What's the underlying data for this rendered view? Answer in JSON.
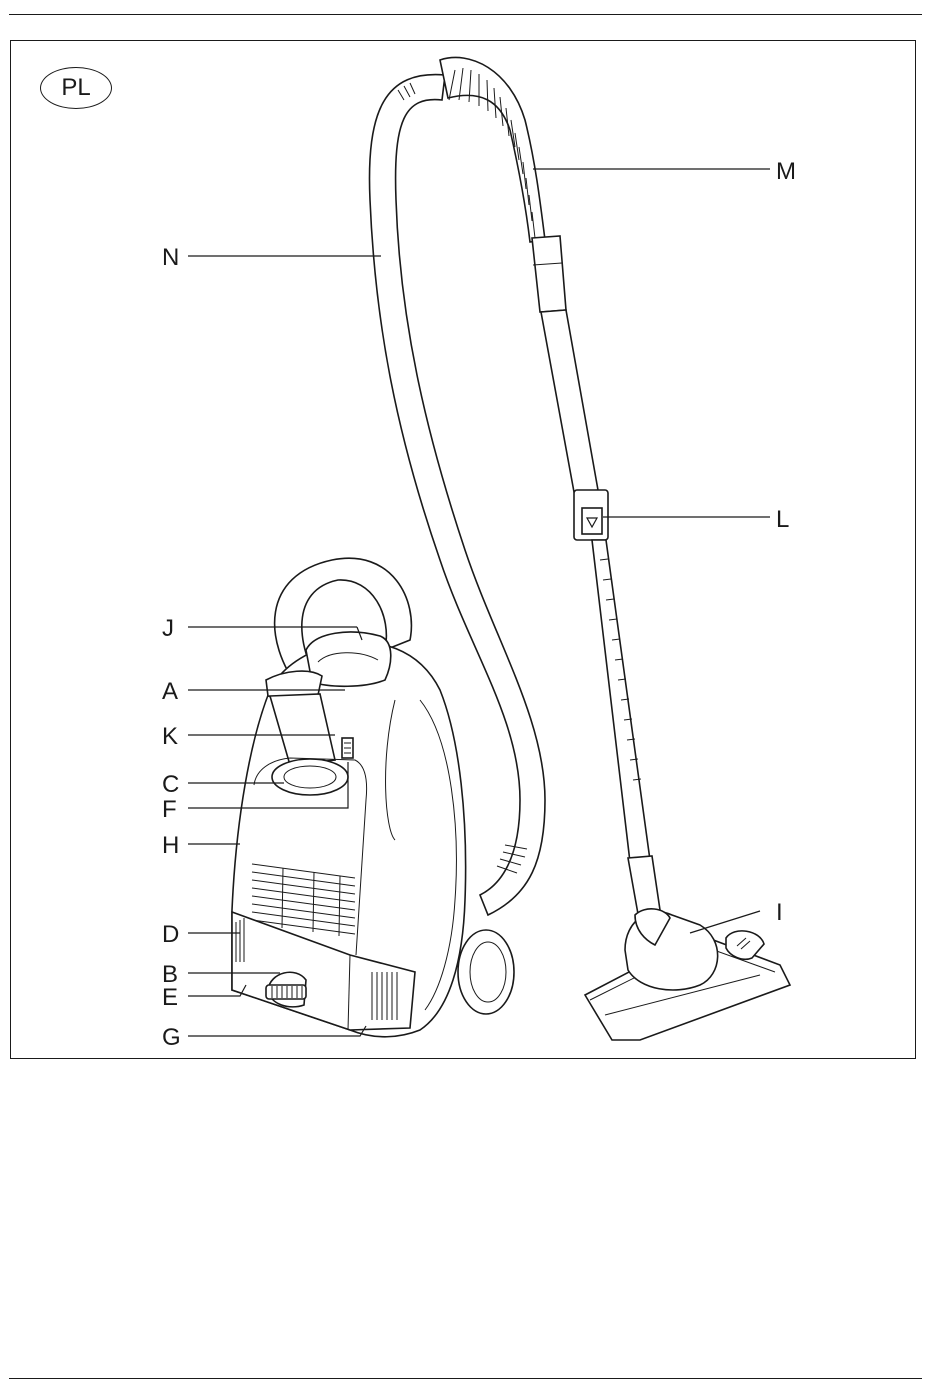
{
  "page": {
    "language_badge": "PL"
  },
  "diagram": {
    "labels": [
      {
        "id": "N",
        "text": "N"
      },
      {
        "id": "M",
        "text": "M"
      },
      {
        "id": "L",
        "text": "L"
      },
      {
        "id": "J",
        "text": "J"
      },
      {
        "id": "A",
        "text": "A"
      },
      {
        "id": "K",
        "text": "K"
      },
      {
        "id": "C",
        "text": "C"
      },
      {
        "id": "F",
        "text": "F"
      },
      {
        "id": "H",
        "text": "H"
      },
      {
        "id": "D",
        "text": "D"
      },
      {
        "id": "B",
        "text": "B"
      },
      {
        "id": "E",
        "text": "E"
      },
      {
        "id": "G",
        "text": "G"
      },
      {
        "id": "I",
        "text": "I"
      }
    ]
  }
}
